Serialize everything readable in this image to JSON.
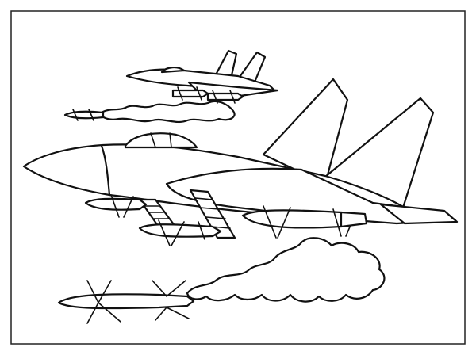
{
  "illustration": {
    "subject": "coloring-page-fighter-jets",
    "line_color": "#111111",
    "background_color": "#ffffff",
    "aircraft_count": 2,
    "missiles_in_flight": 2
  }
}
